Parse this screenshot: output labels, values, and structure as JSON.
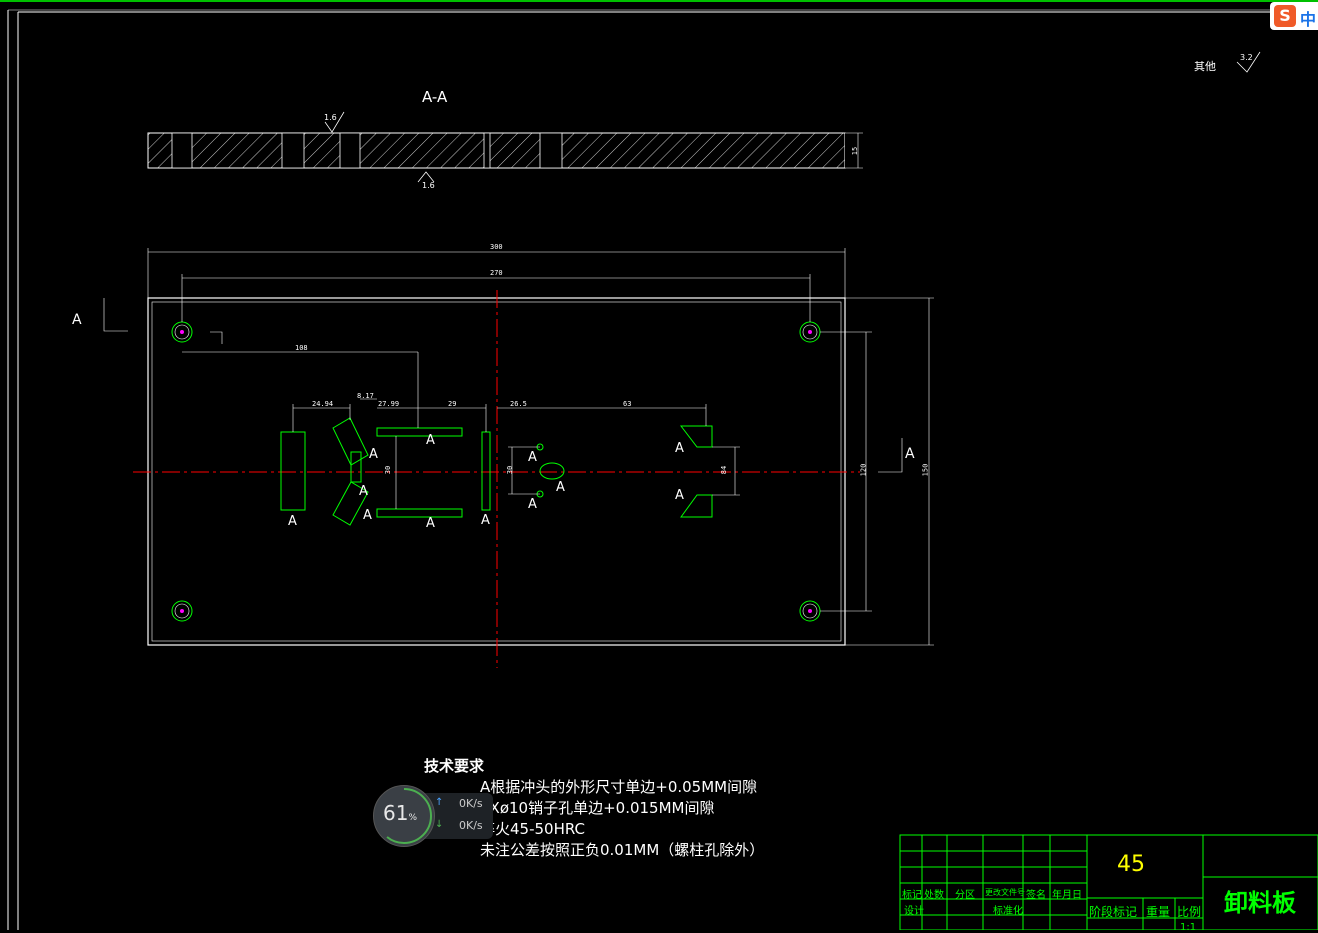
{
  "drawing": {
    "section_title": "A-A",
    "roughness_other_label": "其他",
    "roughness_other_value": "3.2",
    "roughness_value": "1.6",
    "section_marker": "A",
    "dimensions": {
      "overall_width": "300",
      "hole_spacing_x": "270",
      "center_offset": "108",
      "d1": "24.94",
      "d2": "8.17",
      "d3": "27.99",
      "d4": "29",
      "d5": "26.5",
      "d6": "63",
      "v1": "30",
      "v2": "30",
      "v3": "84",
      "hole_spacing_y": "120",
      "overall_height": "150",
      "thickness": "15"
    },
    "notes": {
      "title": "技术要求",
      "lines": [
        "A根据冲头的外形尺寸单边+0.05MM间隙",
        "2Xø10销子孔单边+0.015MM间隙",
        "淬火45-50HRC",
        "未注公差按照正负0.01MM（螺柱孔除外）"
      ]
    }
  },
  "title_block": {
    "material": "45",
    "part_name": "卸料板",
    "headers": [
      "标记",
      "处数",
      "分区",
      "更改文件号",
      "签名",
      "年月日"
    ],
    "row2": [
      "设计",
      "标准化"
    ],
    "stage_label": "阶段标记",
    "weight_label": "重量",
    "scale_label": "比例",
    "scale_value": "1:1"
  },
  "widget": {
    "percent": "61",
    "percent_sign": "%",
    "upload": "0K/s",
    "download": "0K/s"
  },
  "ime": {
    "logo": "S",
    "mode": "中"
  },
  "colors": {
    "background": "#000000",
    "frame_green": "#00ff00",
    "line_white": "#ffffff",
    "centerline_red": "#ff0000",
    "cutout_green": "#00ff00",
    "material_yellow": "#ffff00",
    "magenta": "#ff00ff"
  }
}
